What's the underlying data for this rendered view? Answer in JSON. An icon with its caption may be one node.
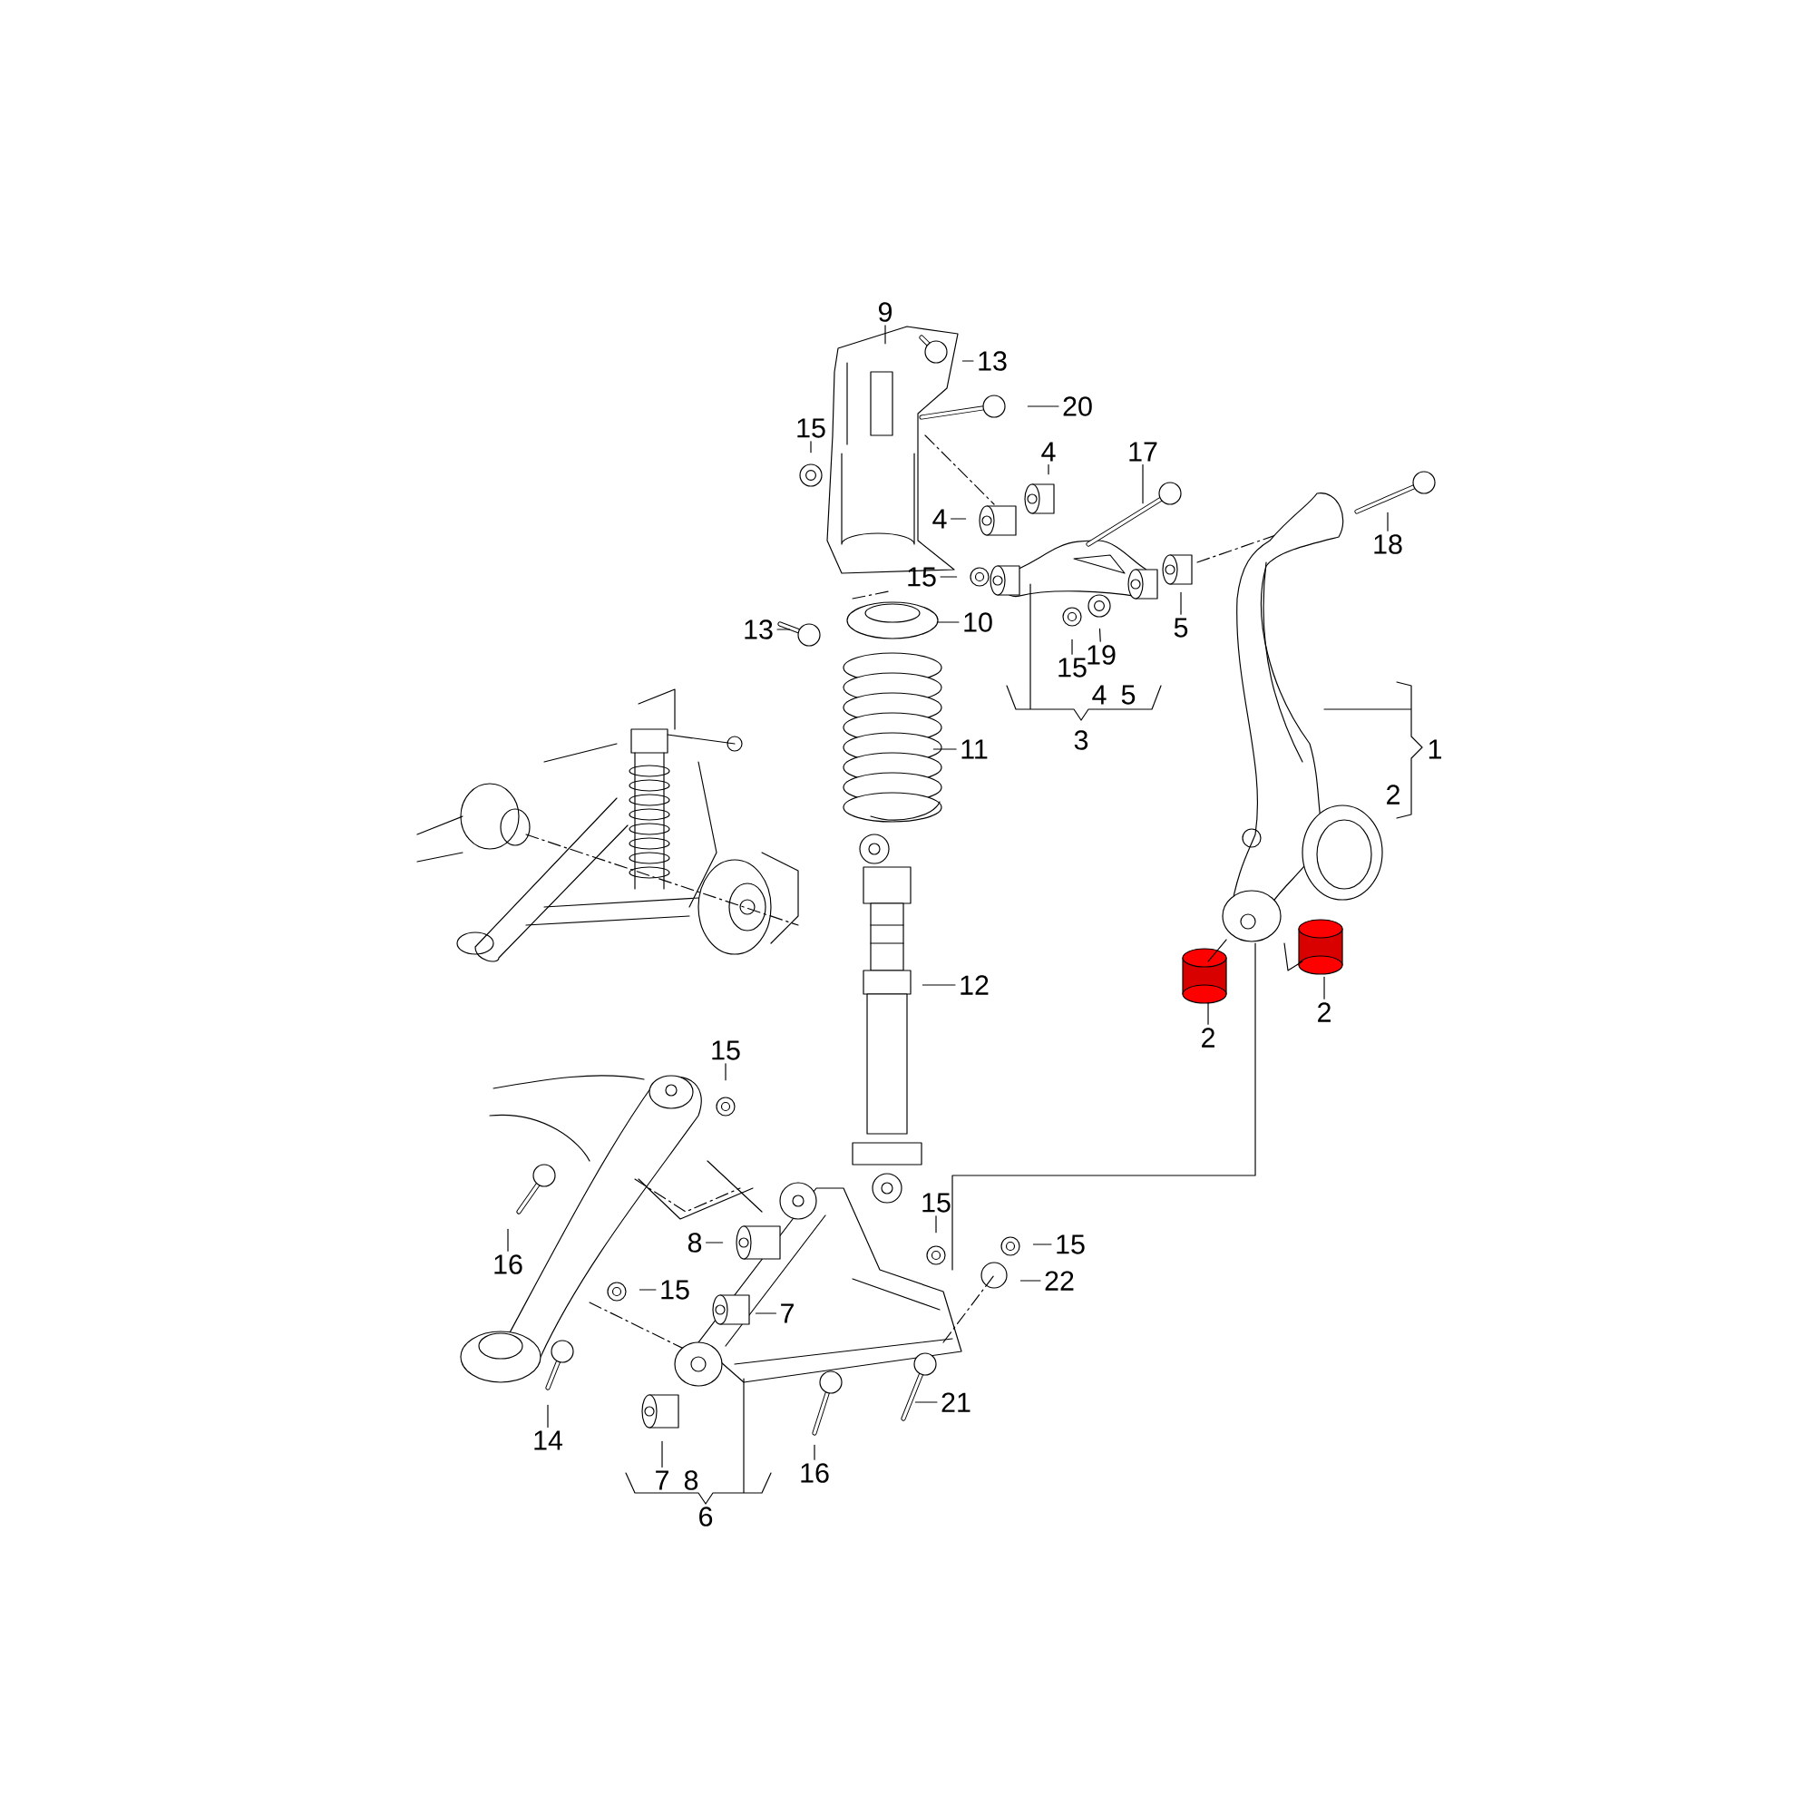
{
  "diagram": {
    "nodes": [
      {
        "text": [
          "9"
        ]
      },
      {
        "text": [
          "13"
        ]
      },
      {
        "text": [
          "20"
        ]
      },
      {
        "text": [
          "15"
        ]
      },
      {
        "text": [
          "4"
        ]
      },
      {
        "text": [
          "17"
        ]
      },
      {
        "text": [
          "4"
        ]
      },
      {
        "text": [
          "15"
        ]
      },
      {
        "text": [
          "13"
        ]
      },
      {
        "text": [
          "10"
        ]
      },
      {
        "text": [
          "5"
        ]
      },
      {
        "text": [
          "15"
        ]
      },
      {
        "text": [
          "19"
        ]
      },
      {
        "text": [
          "18"
        ]
      },
      {
        "text": [
          "11"
        ]
      },
      {
        "text": [
          "12"
        ]
      },
      {
        "text": [
          "2"
        ]
      },
      {
        "text": [
          "2"
        ]
      },
      {
        "text": [
          "15"
        ]
      },
      {
        "text": [
          "15"
        ]
      },
      {
        "text": [
          "8"
        ]
      },
      {
        "text": [
          "15"
        ]
      },
      {
        "text": [
          "16"
        ]
      },
      {
        "text": [
          "22"
        ]
      },
      {
        "text": [
          "15"
        ]
      },
      {
        "text": [
          "7"
        ]
      },
      {
        "text": [
          "21"
        ]
      },
      {
        "text": [
          "14"
        ]
      },
      {
        "text": [
          "16"
        ]
      },
      {
        "text": [
          "7"
        ]
      }
    ],
    "edges": [
      {
        "from": 0,
        "to": null,
        "arrow": "none"
      },
      {
        "from": 1,
        "to": null,
        "arrow": "none"
      },
      {
        "from": 2,
        "to": null,
        "arrow": "none"
      },
      {
        "from": 3,
        "to": null,
        "arrow": "none"
      },
      {
        "from": 4,
        "to": null,
        "arrow": "none"
      },
      {
        "from": 5,
        "to": null,
        "arrow": "none"
      },
      {
        "from": 6,
        "to": null,
        "arrow": "none"
      },
      {
        "from": 7,
        "to": null,
        "arrow": "none"
      },
      {
        "from": 8,
        "to": null,
        "arrow": "none"
      },
      {
        "from": 9,
        "to": null,
        "arrow": "none"
      },
      {
        "from": 10,
        "to": null,
        "arrow": "none"
      },
      {
        "from": 11,
        "to": null,
        "arrow": "none"
      },
      {
        "from": 12,
        "to": null,
        "arrow": "none"
      },
      {
        "from": 13,
        "to": null,
        "arrow": "none"
      },
      {
        "from": 14,
        "to": null,
        "arrow": "none"
      },
      {
        "from": 15,
        "to": null,
        "arrow": "none"
      },
      {
        "from": 16,
        "to": null,
        "arrow": "none"
      },
      {
        "from": 17,
        "to": null,
        "arrow": "none"
      },
      {
        "from": 18,
        "to": null,
        "arrow": "none"
      },
      {
        "from": 19,
        "to": null,
        "arrow": "none"
      },
      {
        "from": 20,
        "to": null,
        "arrow": "none"
      },
      {
        "from": 21,
        "to": null,
        "arrow": "none"
      },
      {
        "from": 22,
        "to": null,
        "arrow": "none"
      },
      {
        "from": 23,
        "to": null,
        "arrow": "none"
      },
      {
        "from": 24,
        "to": null,
        "arrow": "none"
      },
      {
        "from": 25,
        "to": null,
        "arrow": "none"
      },
      {
        "from": 26,
        "to": null,
        "arrow": "none"
      },
      {
        "from": 27,
        "to": null,
        "arrow": "none"
      },
      {
        "from": 28,
        "to": null,
        "arrow": "none"
      },
      {
        "from": 29,
        "to": null,
        "arrow": "none"
      }
    ],
    "labels": [
      "4",
      "5",
      "3",
      "1",
      "2",
      "8",
      "6"
    ]
  }
}
